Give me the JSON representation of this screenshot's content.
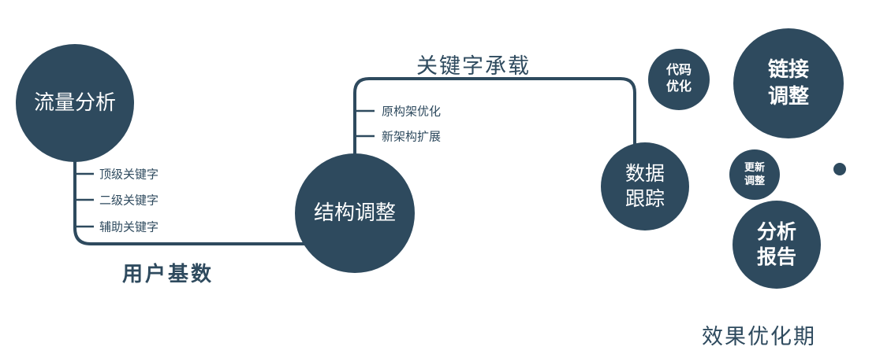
{
  "colors": {
    "primary": "#2e4a5e",
    "background": "#ffffff",
    "node_text": "#ffffff"
  },
  "diagram": {
    "nodes": {
      "traffic_analysis": {
        "label": "流量分析"
      },
      "structure_adjust": {
        "label": "结构调整"
      },
      "data_tracking": {
        "line1": "数据",
        "line2": "跟踪"
      },
      "code_optimization": {
        "line1": "代码",
        "line2": "优化"
      },
      "link_adjustment": {
        "line1": "链接",
        "line2": "调整"
      },
      "update_adjustment": {
        "line1": "更新",
        "line2": "调整"
      },
      "analysis_report": {
        "line1": "分析",
        "line2": "报告"
      }
    },
    "edge_labels": {
      "keyword_carrying": "关键字承载",
      "user_base": "用户基数"
    },
    "branches": {
      "traffic": [
        {
          "label": "顶级关键字"
        },
        {
          "label": "二级关键字"
        },
        {
          "label": "辅助关键字"
        }
      ],
      "structure": [
        {
          "label": "原构架优化"
        },
        {
          "label": "新架构扩展"
        }
      ]
    },
    "caption": "效果优化期"
  }
}
